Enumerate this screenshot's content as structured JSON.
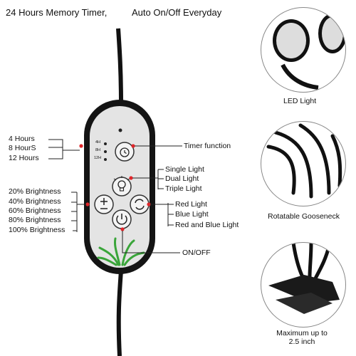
{
  "header": {
    "left": "24 Hours Memory Timer,",
    "right": "Auto On/Off Everyday"
  },
  "timer_left": [
    "4 Hours",
    "8 HourS",
    "12 Hours"
  ],
  "timer_indicators": [
    "4H",
    "8H",
    "12H"
  ],
  "brightness": [
    "20% Brightness",
    "40% Brightness",
    "60% Brightness",
    "80% Brightness",
    "100% Brightness"
  ],
  "right_labels": {
    "timer": "Timer function",
    "light_modes": [
      "Single Light",
      "Dual Light",
      "Triple Light"
    ],
    "color_modes": [
      "Red Light",
      "Blue Light",
      "Red and Blue Light"
    ],
    "onoff": "ON/OFF"
  },
  "features": {
    "led": "LED Light",
    "gooseneck": "Rotatable Gooseneck",
    "clip": "Maximum up to\n2.5 inch"
  },
  "colors": {
    "dot_red": "#e0262a",
    "controller_body": "#1a1a1a",
    "controller_face": "#e6e6e6",
    "plant": "#3aa53a"
  }
}
